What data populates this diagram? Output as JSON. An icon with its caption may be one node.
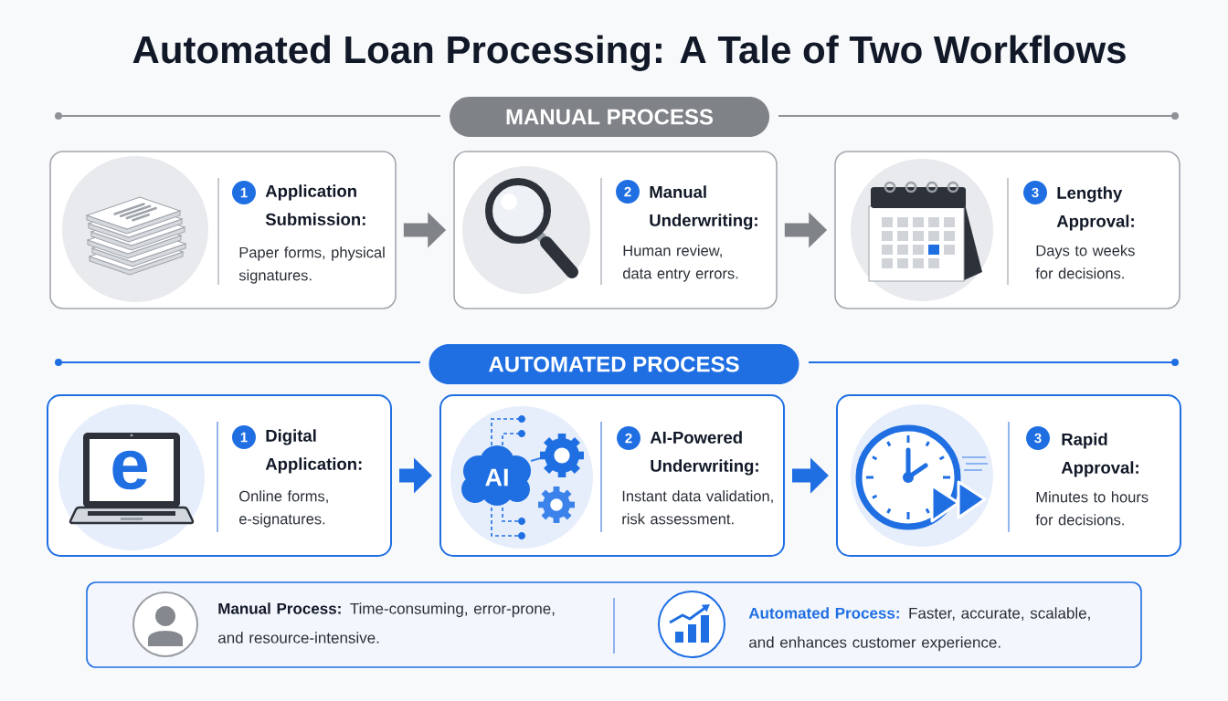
{
  "diagram": {
    "title": "Automated Loan Processing: A Tale of Two Workflows",
    "nodes": [
      {
        "text": [
          "MANUAL PROCESS"
        ]
      },
      {
        "text": [
          "Application Submission:",
          "Paper forms, physical signatures."
        ]
      },
      {
        "text": [
          "1"
        ],
        "in": 1
      },
      {
        "text": [
          "Manual Underwriting:",
          "Human review, data entry errors."
        ]
      },
      {
        "text": [
          "2"
        ],
        "in": 3
      },
      {
        "text": [
          "Lengthy Approval:",
          "Days to weeks for decisions."
        ]
      },
      {
        "text": [
          "3"
        ],
        "in": 5
      },
      {
        "text": [
          "AUTOMATED PROCESS"
        ]
      },
      {
        "text": [
          "Digital Application:",
          "Online forms, e-signatures."
        ]
      },
      {
        "text": [
          "1"
        ],
        "in": 8
      },
      {
        "text": [
          "AI-Powered Underwriting:",
          "Instant data validation, risk assessment."
        ]
      },
      {
        "text": [
          "2"
        ],
        "in": 10
      },
      {
        "text": [
          "Rapid Approval:",
          "Minutes to hours for decisions."
        ]
      },
      {
        "text": [
          "3"
        ],
        "in": 12
      },
      {
        "text": [
          "Manual Process:",
          "Time-consuming, error-prone, and resource-intensive.",
          "Automated Process:",
          "Faster, accurate, scalable, and enhances customer experience."
        ]
      }
    ],
    "edges": [
      {
        "from": 1,
        "to": 3,
        "arrow": "to",
        "color": "#808489"
      },
      {
        "from": 3,
        "to": 5,
        "arrow": "to",
        "color": "#808489"
      },
      {
        "from": 8,
        "to": 10,
        "arrow": "to",
        "color": "#1f6fe3"
      },
      {
        "from": 10,
        "to": 12,
        "arrow": "to",
        "color": "#1f6fe3"
      }
    ],
    "labels": [
      "e",
      "AI"
    ]
  }
}
